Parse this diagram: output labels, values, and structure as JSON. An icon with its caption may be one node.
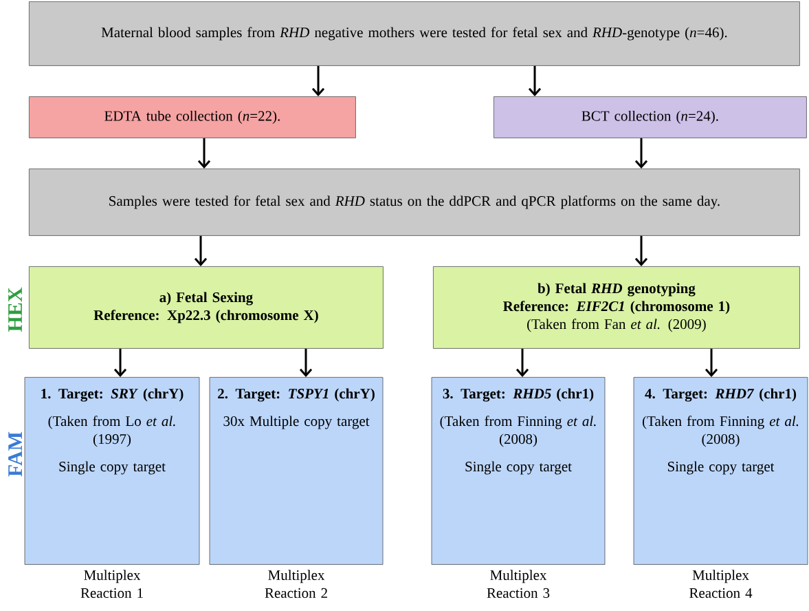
{
  "diagram": {
    "nodes": [
      {
        "text": [
          "Maternal blood samples from *RHD* negative mothers were tested for fetal sex and *RHD*-genotype (*n*=46)."
        ]
      },
      {
        "text": [
          "EDTA tube collection (*n*=22)."
        ]
      },
      {
        "text": [
          "BCT collection (*n*=24)."
        ]
      },
      {
        "text": [
          "Samples were tested for fetal sex and *RHD* status on the ddPCR and qPCR platforms on the same day."
        ]
      },
      {
        "text": [
          "a) Fetal Sexing",
          "Reference:  Xp22.3 (chromosome X)"
        ]
      },
      {
        "text": [
          "b) Fetal *RHD* genotyping",
          "Reference:  *EIF2C1* (chromosome 1)",
          "(Taken from Fan *et al.* (2009)"
        ]
      },
      {
        "text": [
          "1. Target: *SRY* (chrY)",
          "(Taken from Lo *et al.* (1997)",
          "Single copy target"
        ],
        "beside": [
          "Multiplex Reaction 1"
        ]
      },
      {
        "text": [
          "2. Target: *TSPY1* (chrY)",
          "30x Multiple copy target"
        ],
        "beside": [
          "Multiplex Reaction 2"
        ]
      },
      {
        "text": [
          "3. Target: *RHD5* (chr1)",
          "(Taken from Finning *et al.* (2008)",
          "Single copy target"
        ],
        "beside": [
          "Multiplex Reaction 3"
        ]
      },
      {
        "text": [
          "4. Target: *RHD7* (chr1)",
          "(Taken from Finning *et al.* (2008)",
          "Single copy target"
        ],
        "beside": [
          "Multiplex Reaction 4"
        ]
      }
    ],
    "edges": [
      {
        "from": 0,
        "to": 1,
        "arrow": "to"
      },
      {
        "from": 0,
        "to": 2,
        "arrow": "to"
      },
      {
        "from": 1,
        "to": 3,
        "arrow": "to"
      },
      {
        "from": 2,
        "to": 3,
        "arrow": "to"
      },
      {
        "from": 3,
        "to": 4,
        "arrow": "to"
      },
      {
        "from": 3,
        "to": 5,
        "arrow": "to"
      },
      {
        "from": 4,
        "to": 6,
        "arrow": "to"
      },
      {
        "from": 4,
        "to": 7,
        "arrow": "to"
      },
      {
        "from": 5,
        "to": 8,
        "arrow": "to"
      },
      {
        "from": 5,
        "to": 9,
        "arrow": "to"
      }
    ],
    "labels": [
      "HEX",
      "FAM"
    ]
  }
}
